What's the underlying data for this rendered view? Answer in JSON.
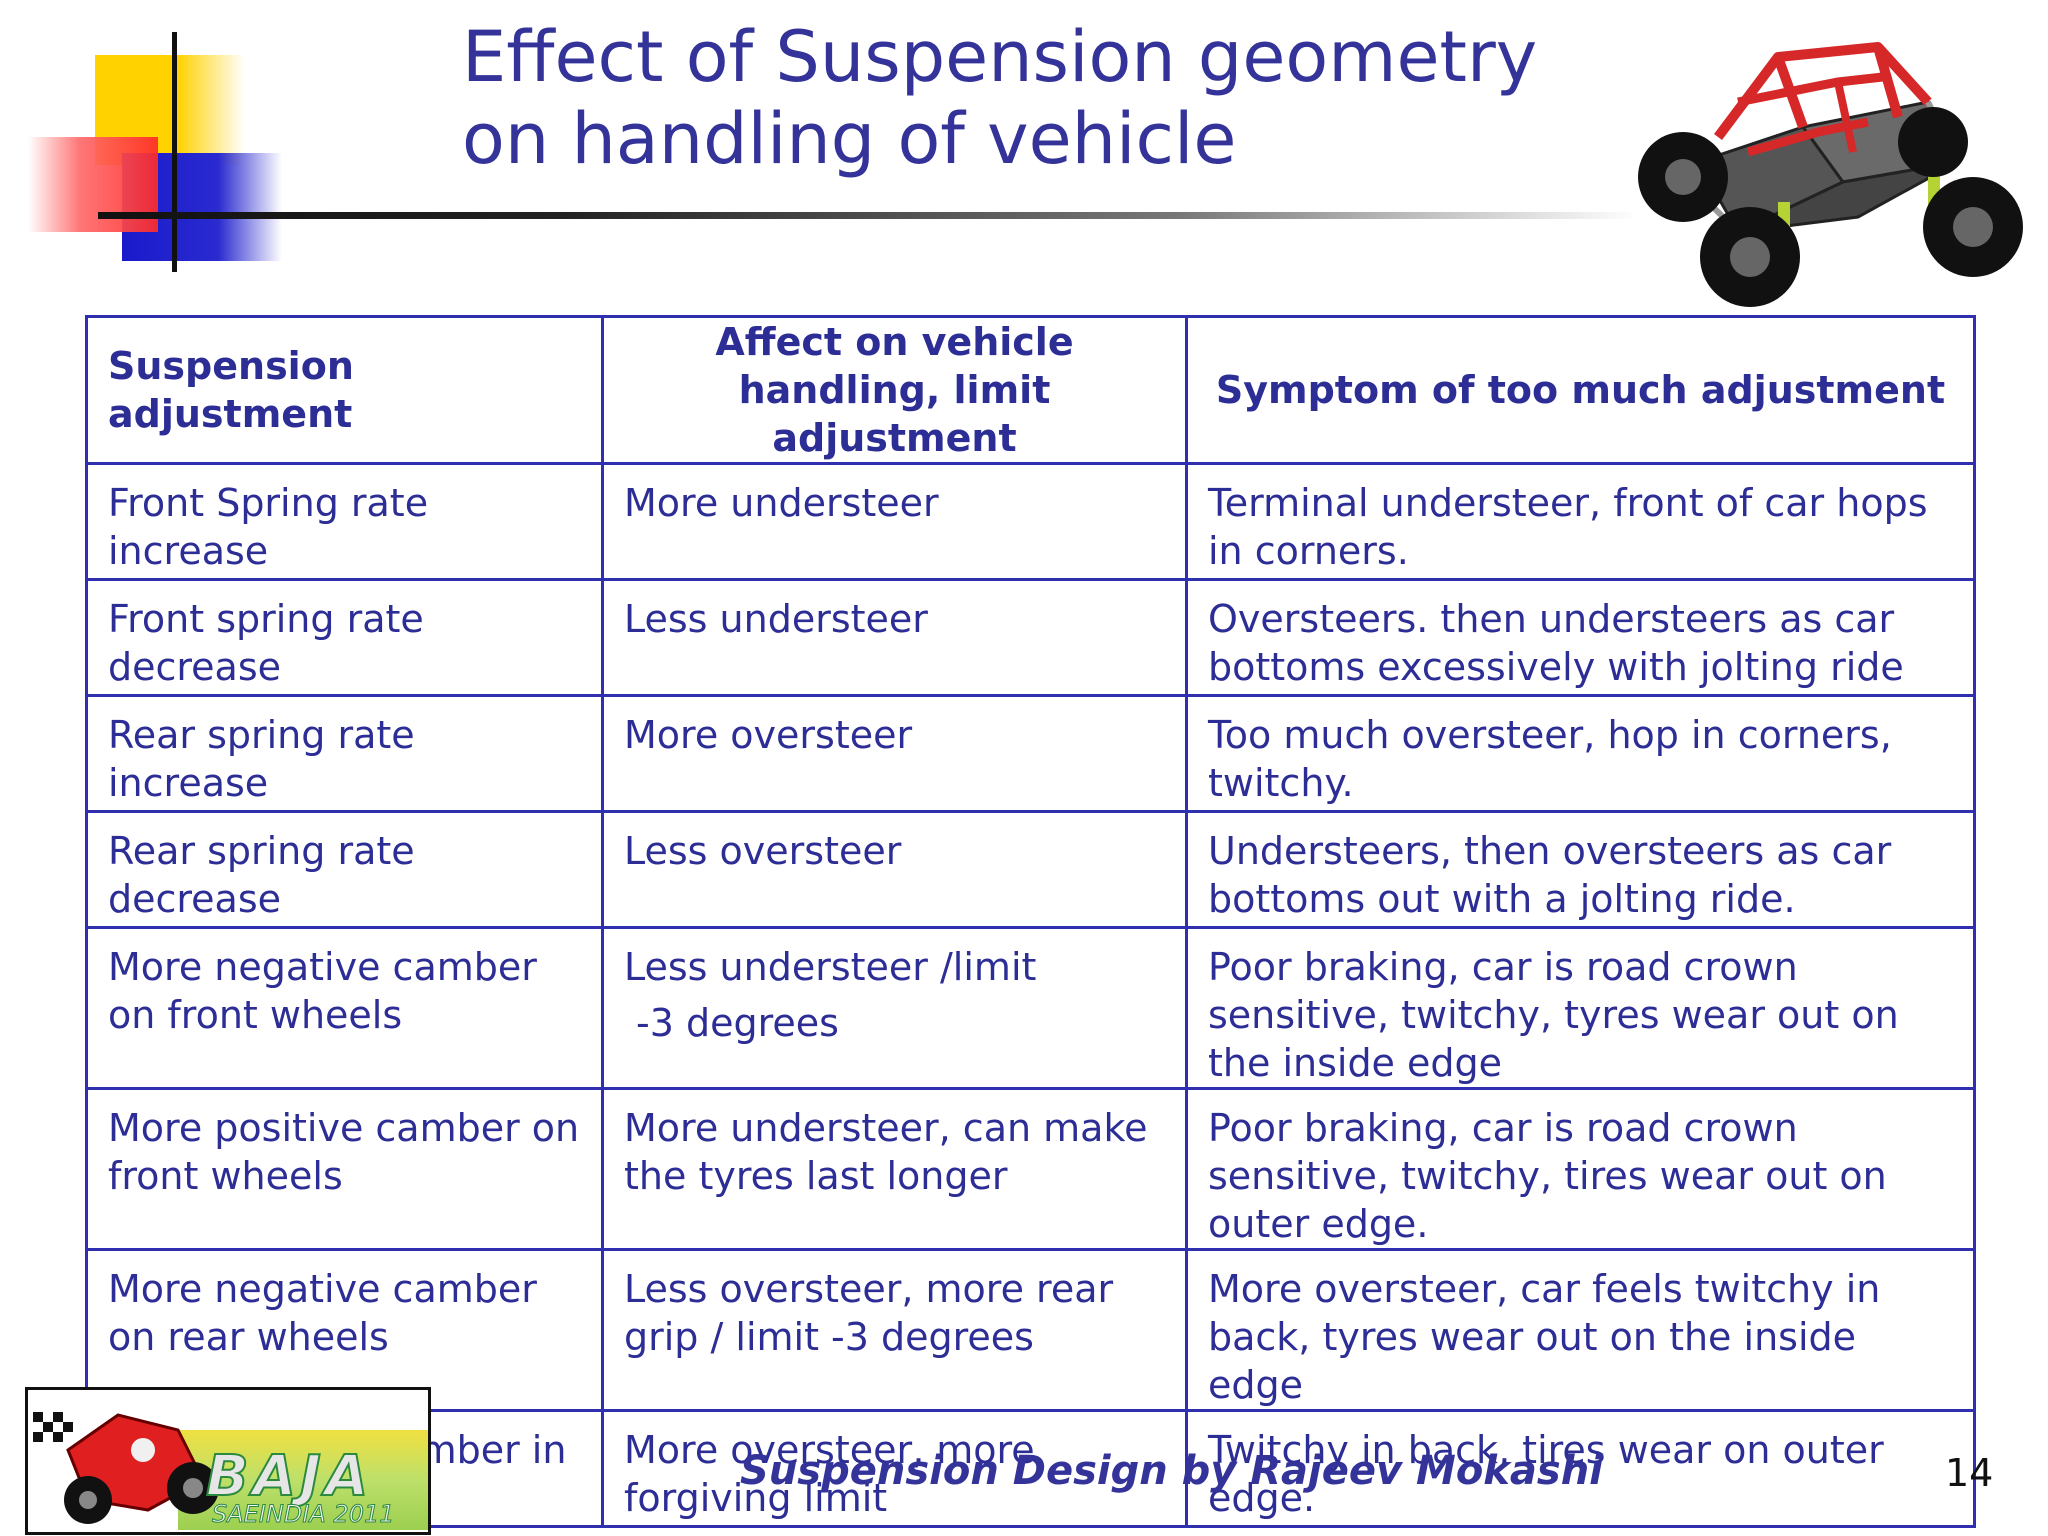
{
  "slide": {
    "title_line1": "Effect of Suspension geometry",
    "title_line2": "on handling of vehicle",
    "footer": "Suspension Design by Rajeev Mokashi",
    "page_number": "14"
  },
  "logo": {
    "main_text": "BAJA",
    "sub_text": "SAEINDIA 2011"
  },
  "colors": {
    "title": "#333399",
    "table_border": "#2f2fb0",
    "table_text": "#2d2d96"
  },
  "table": {
    "headers": [
      "Suspension adjustment",
      "Affect on vehicle handling, limit adjustment",
      "Symptom of too much adjustment"
    ],
    "rows": [
      [
        "Front Spring rate increase",
        "More understeer",
        "Terminal understeer, front of car hops in corners."
      ],
      [
        "Front spring rate decrease",
        "Less understeer",
        "Oversteers. then understeers as car bottoms excessively with jolting ride"
      ],
      [
        "Rear spring rate increase",
        "More oversteer",
        "Too much oversteer, hop in corners, twitchy."
      ],
      [
        "Rear spring rate decrease",
        "Less oversteer",
        "Understeers, then oversteers as car bottoms out with a jolting ride."
      ],
      [
        "More negative camber on front wheels",
        "Less understeer /limit",
        "Poor braking, car is road crown sensitive, twitchy, tyres wear out on the inside edge"
      ],
      [
        "More positive camber on front wheels",
        "More understeer, can make the tyres last longer",
        "Poor braking, car is road crown sensitive, twitchy, tires wear out on outer edge."
      ],
      [
        "More negative camber on rear wheels",
        "Less oversteer, more rear grip / limit -3 degrees",
        "More oversteer, car feels twitchy in back, tyres wear out on the inside edge"
      ],
      [
        "More positive camber in rear wheels",
        "More oversteer, more forgiving limit",
        "Twitchy in back, tires wear on outer edge."
      ]
    ],
    "row5_col2_extra": "-3 degrees"
  }
}
